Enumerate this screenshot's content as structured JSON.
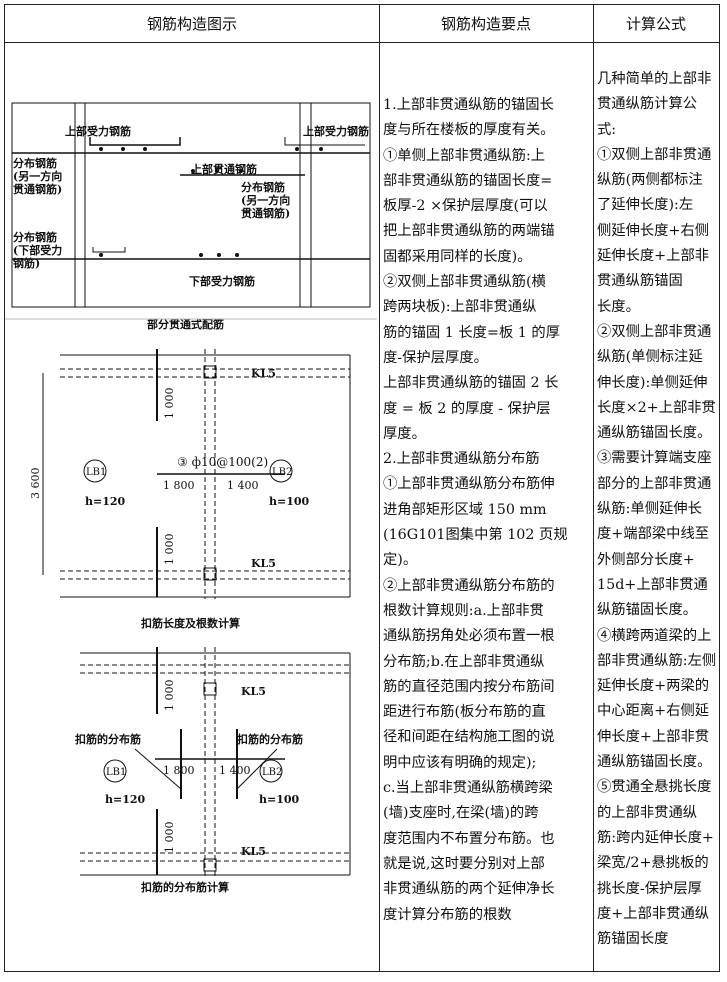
{
  "headers": {
    "col1": "钢筋构造图示",
    "col2": "钢筋构造要点",
    "col3": "计算公式"
  },
  "diagram1": {
    "caption": "部分贯通式配筋",
    "top_bar": "上部受力钢筋",
    "top_bar_right": "上部受力钢筋",
    "dist1": "分布钢筋",
    "dist1_sub1": "(另一方向",
    "dist1_sub2": "贯通钢筋)",
    "through_bar": "上部贯通钢筋",
    "dist2": "分布钢筋",
    "dist2_sub1": "(另一方向",
    "dist2_sub2": "贯通钢筋)",
    "dist3": "分布钢筋",
    "dist3_sub1": "(下部受力",
    "dist3_sub2": "钢筋)",
    "bottom_bar": "下部受力钢筋"
  },
  "diagram2": {
    "caption": "扣筋长度及根数计算",
    "beam_top": "KL5",
    "beam_bottom": "KL5",
    "dim_top": "1 000",
    "dim_bottom": "1 000",
    "dim_left": "3 600",
    "rebar": "③ ф10@100(2)",
    "ext_left": "1 800",
    "ext_right": "1 400",
    "slab1": "LB1",
    "slab1_h": "h=120",
    "slab2": "LB2",
    "slab2_h": "h=100"
  },
  "diagram3": {
    "caption": "扣筋的分布筋计算",
    "beam_top": "KL5",
    "beam_bottom": "KL5",
    "dim_top": "1 000",
    "dim_bottom": "1 000",
    "ext_left": "1 800",
    "ext_right": "1 400",
    "dist_left": "扣筋的分布筋",
    "dist_right": "扣筋的分布筋",
    "slab1": "LB1",
    "slab1_h": "h=120",
    "slab2": "LB2",
    "slab2_h": "h=100"
  },
  "points_lines": [
    "1.上部非贯通纵筋的锚固长",
    "度与所在楼板的厚度有关。",
    "①单侧上部非贯通纵筋:上",
    "部非贯通纵筋的锚固长度=",
    "板厚-2 ×保护层厚度(可以",
    "把上部非贯通纵筋的两端锚",
    "固都采用同样的长度)。",
    "②双侧上部非贯通纵筋(横",
    "跨两块板):上部非贯通纵",
    "筋的锚固 1 长度=板 1 的厚",
    "度-保护层厚度。",
    "上部非贯通纵筋的锚固 2 长",
    "度 = 板 2 的厚度 - 保护层",
    "厚度。",
    "2.上部非贯通纵筋分布筋",
    "①上部非贯通纵筋分布筋伸",
    "进角部矩形区域 150 mm",
    "(16G101图集中第 102 页规",
    "定)。",
    "②上部非贯通纵筋分布筋的",
    "根数计算规则:a.上部非贯",
    "通纵筋拐角处必须布置一根",
    "分布筋;b.在上部非贯通纵",
    "筋的直径范围内按分布筋间",
    "距进行布筋(板分布筋的直",
    "径和间距在结构施工图的说",
    "明中应该有明确的规定);",
    "c.当上部非贯通纵筋横跨梁",
    "(墙)支座时,在梁(墙)的跨",
    "度范围内不布置分布筋。也",
    "就是说,这时要分别对上部",
    "非贯通纵筋的两个延伸净长",
    "度计算分布筋的根数"
  ],
  "formula_lines": [
    "几种简单的上部非",
    "贯通纵筋计算公",
    "式:",
    "①双侧上部非贯通",
    "纵筋(两侧都标注",
    "了延伸长度):左",
    "侧延伸长度+右侧",
    "延伸长度+上部非",
    "贯通纵筋锚固",
    "长度。",
    "②双侧上部非贯通",
    "纵筋(单侧标注延",
    "伸长度):单侧延伸",
    "长度×2+上部非贯",
    "通纵筋锚固长度。",
    "③需要计算端支座",
    "部分的上部非贯通",
    "纵筋:单侧延伸长",
    "度+端部梁中线至",
    "外侧部分长度+",
    "15d+上部非贯通",
    "纵筋锚固长度。",
    "④横跨两道梁的上",
    "部非贯通纵筋:左侧",
    "延伸长度+两梁的",
    "中心距离+右侧延",
    "伸长度+上部非贯",
    "通纵筋锚固长度。",
    "⑤贯通全悬挑长度",
    "的上部非贯通纵",
    "筋:跨内延伸长度+",
    "梁宽/2+悬挑板的",
    "挑长度-保护层厚",
    "度+上部非贯通纵",
    "筋锚固长度"
  ]
}
